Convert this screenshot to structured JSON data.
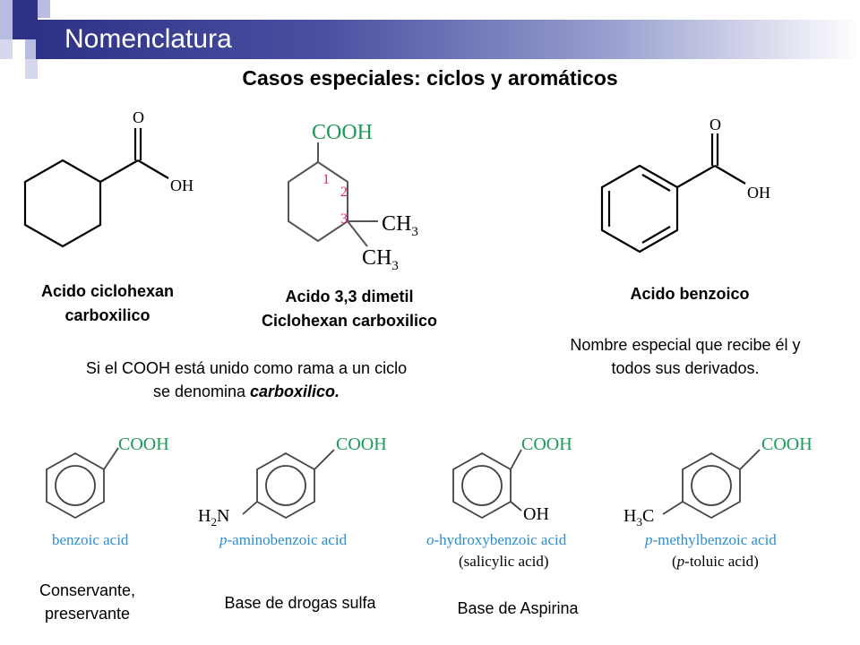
{
  "header": {
    "title": "Nomenclatura",
    "subtitle": "Casos especiales: ciclos y aromáticos",
    "accent": "#2e3287"
  },
  "top": {
    "mol1": {
      "name_line1": "Acido ciclohexan",
      "name_line2": "carboxilico",
      "o": "O",
      "oh": "OH"
    },
    "mol2": {
      "name_line1": "Acido 3,3 dimetil",
      "name_line2": "Ciclohexan carboxilico",
      "cooh": "COOH",
      "ch3": "CH",
      "sub3": "3",
      "n1": "1",
      "n2": "2",
      "n3": "3"
    },
    "mol3": {
      "name": "Acido benzoico",
      "o": "O",
      "oh": "OH"
    },
    "note_left_1": "Si el COOH está unido como rama a un ciclo",
    "note_left_2a": "se denomina ",
    "note_left_2b": "carboxilico.",
    "note_right_1": "Nombre especial que recibe él y",
    "note_right_2": "todos sus derivados."
  },
  "bottom": [
    {
      "cooh": "COOH",
      "caption": "benzoic acid",
      "use": [
        "Conservante,",
        "preservante"
      ]
    },
    {
      "cooh": "COOH",
      "sub_a": "H",
      "sub_b": "2",
      "sub_c": "N",
      "caption_i": "p",
      "caption": "-aminobenzoic acid",
      "use": [
        "Base de drogas sulfa"
      ]
    },
    {
      "cooh": "COOH",
      "oh": "OH",
      "caption_i": "o",
      "caption": "-hydroxybenzoic acid",
      "caption2": "(salicylic acid)",
      "use": [
        "Base de Aspirina"
      ]
    },
    {
      "cooh": "COOH",
      "sub_a": "H",
      "sub_b": "3",
      "sub_c": "C",
      "caption_i": "p",
      "caption": "-methylbenzoic acid",
      "caption2a": "(",
      "caption2i": "p",
      "caption2b": "-toluic acid)"
    }
  ],
  "colors": {
    "green": "#1a9a56",
    "blue": "#2a8fcf",
    "magenta": "#e0207a"
  }
}
